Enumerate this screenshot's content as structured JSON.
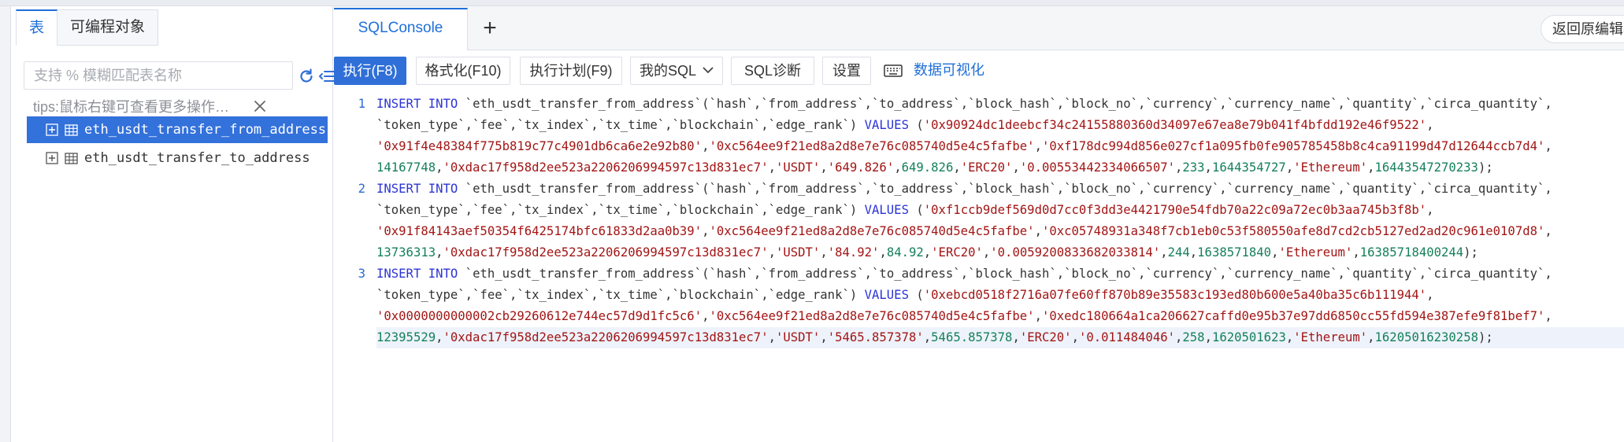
{
  "left_panel": {
    "tabs": [
      "表",
      "可编程对象"
    ],
    "search_placeholder": "支持 % 模糊匹配表名称",
    "tips": "tips:鼠标右键可查看更多操作…",
    "tables": [
      "eth_usdt_transfer_from_address",
      "eth_usdt_transfer_to_address"
    ]
  },
  "editor_tabs": {
    "console": "SQLConsole",
    "add": "+",
    "return": "返回原编辑器"
  },
  "toolbar": {
    "execute": "执行(F8)",
    "format": "格式化(F10)",
    "plan": "执行计划(F9)",
    "my_sql": "我的SQL",
    "diagnose": "SQL诊断",
    "settings": "设置",
    "visualize": "数据可视化"
  },
  "editor": {
    "statements": [
      {
        "no": "1",
        "hash": "'0x90924dc1deebcf34c24155880360d34097e67ea8e79b041f4bfdd192e46f9522'",
        "from": "'0x91f4e48384f775b819c77c4901db6ca6e2e92b80'",
        "to": "'0xc564ee9f21ed8a2d8e7e76c085740d5e4c5fafbe'",
        "block_hash": "'0xf178dc994d856e027cf1a095fb0fe905785458b8c4ca91199d47d12644ccb7d4'",
        "block_no": "14167748",
        "currency": "'0xdac17f958d2ee523a2206206994597c13d831ec7'",
        "currency_name": "'USDT'",
        "quantity": "'649.826'",
        "circa_quantity": "649.826",
        "token_type": "'ERC20'",
        "fee": "'0.00553442334066507'",
        "tx_index": "233",
        "tx_time": "1644354727",
        "blockchain": "'Ethereum'",
        "edge_rank": "16443547270233"
      },
      {
        "no": "2",
        "hash": "'0xf1ccb9def569d0d7cc0f3dd3e4421790e54fdb70a22c09a72ec0b3aa745b3f8b'",
        "from": "'0x91f84143aef50354f6425174bfc61833d2aa0b39'",
        "to": "'0xc564ee9f21ed8a2d8e7e76c085740d5e4c5fafbe'",
        "block_hash": "'0xc05748931a348f7cb1eb0c53f580550afe8d7cd2cb5127ed2ad20c961e0107d8'",
        "block_no": "13736313",
        "currency": "'0xdac17f958d2ee523a2206206994597c13d831ec7'",
        "currency_name": "'USDT'",
        "quantity": "'84.92'",
        "circa_quantity": "84.92",
        "token_type": "'ERC20'",
        "fee": "'0.0059200833682033814'",
        "tx_index": "244",
        "tx_time": "1638571840",
        "blockchain": "'Ethereum'",
        "edge_rank": "16385718400244"
      },
      {
        "no": "3",
        "hash": "'0xebcd0518f2716a07fe60ff870b89e35583c193ed80b600e5a40ba35c6b111944'",
        "from": "'0x0000000000002cb29260612e744ec57d9d1fc5c6'",
        "to": "'0xc564ee9f21ed8a2d8e7e76c085740d5e4c5fafbe'",
        "block_hash": "'0xedc180664a1ca206627caffd0e95b37e97dd6850cc55fd594e387efe9f81bef7'",
        "block_no": "12395529",
        "currency": "'0xdac17f958d2ee523a2206206994597c13d831ec7'",
        "currency_name": "'USDT'",
        "quantity": "'5465.857378'",
        "circa_quantity": "5465.857378",
        "token_type": "'ERC20'",
        "fee": "'0.011484046'",
        "tx_index": "258",
        "tx_time": "1620501623",
        "blockchain": "'Ethereum'",
        "edge_rank": "16205016230258"
      }
    ],
    "kw_insert": "INSERT",
    "kw_into": "INTO",
    "kw_values": "VALUES",
    "table_name": " `eth_usdt_transfer_from_address`",
    "cols_a": "(`hash`,`from_address`,`to_address`,`block_hash`,`block_no`,`currency`,`currency_name`,`quantity`,`circa_quantity`,",
    "cols_b": "`token_type`,`fee`,`tx_index`,`tx_time`,`blockchain`,`edge_rank`) ",
    "values_open": " (",
    "comma": ",",
    "close": ");"
  }
}
